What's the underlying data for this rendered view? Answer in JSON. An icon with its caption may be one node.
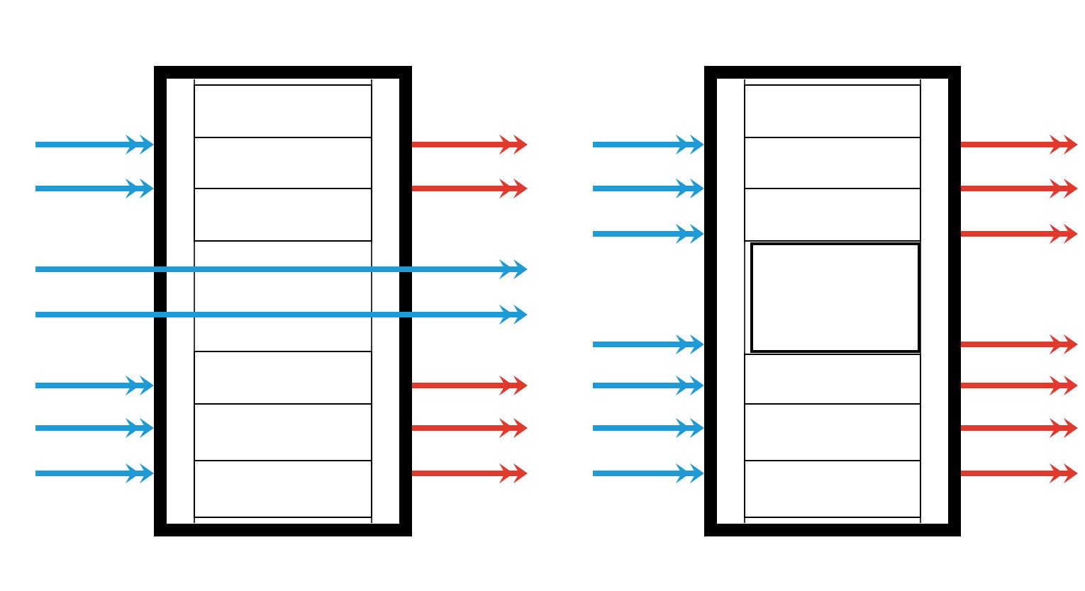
{
  "diagram": {
    "nodes": [
      {
        "text": [],
        "shape": "box"
      },
      {
        "text": [],
        "shape": "box"
      }
    ],
    "edges": [
      {
        "from": null,
        "to": 0,
        "arrow": "to",
        "color": "#1e9ad6"
      },
      {
        "from": null,
        "to": 0,
        "arrow": "to",
        "color": "#1e9ad6"
      },
      {
        "from": null,
        "to": 0,
        "arrow": "to",
        "color": "#1e9ad6"
      },
      {
        "from": null,
        "to": 0,
        "arrow": "to",
        "color": "#1e9ad6"
      },
      {
        "from": null,
        "to": 0,
        "arrow": "to",
        "color": "#1e9ad6"
      },
      {
        "from": 0,
        "to": null,
        "arrow": "to",
        "color": "#e03a2e"
      },
      {
        "from": 0,
        "to": null,
        "arrow": "to",
        "color": "#e03a2e"
      },
      {
        "from": 0,
        "to": null,
        "arrow": "to",
        "color": "#e03a2e"
      },
      {
        "from": 0,
        "to": null,
        "arrow": "to",
        "color": "#e03a2e"
      },
      {
        "from": 0,
        "to": null,
        "arrow": "to",
        "color": "#e03a2e"
      },
      {
        "from": null,
        "to": 1,
        "arrow": "to",
        "color": "#1e9ad6"
      },
      {
        "from": null,
        "to": 1,
        "arrow": "to",
        "color": "#1e9ad6"
      },
      {
        "from": null,
        "to": 1,
        "arrow": "to",
        "color": "#1e9ad6"
      },
      {
        "from": null,
        "to": 1,
        "arrow": "to",
        "color": "#1e9ad6"
      },
      {
        "from": null,
        "to": 1,
        "arrow": "to",
        "color": "#1e9ad6"
      },
      {
        "from": null,
        "to": 1,
        "arrow": "to",
        "color": "#1e9ad6"
      },
      {
        "from": null,
        "to": 1,
        "arrow": "to",
        "color": "#1e9ad6"
      },
      {
        "from": 1,
        "to": null,
        "arrow": "to",
        "color": "#e03a2e"
      },
      {
        "from": 1,
        "to": null,
        "arrow": "to",
        "color": "#e03a2e"
      },
      {
        "from": 1,
        "to": null,
        "arrow": "to",
        "color": "#e03a2e"
      },
      {
        "from": 1,
        "to": null,
        "arrow": "to",
        "color": "#e03a2e"
      },
      {
        "from": 1,
        "to": null,
        "arrow": "to",
        "color": "#e03a2e"
      },
      {
        "from": 1,
        "to": null,
        "arrow": "to",
        "color": "#e03a2e"
      },
      {
        "from": 1,
        "to": null,
        "arrow": "to",
        "color": "#e03a2e"
      }
    ]
  }
}
